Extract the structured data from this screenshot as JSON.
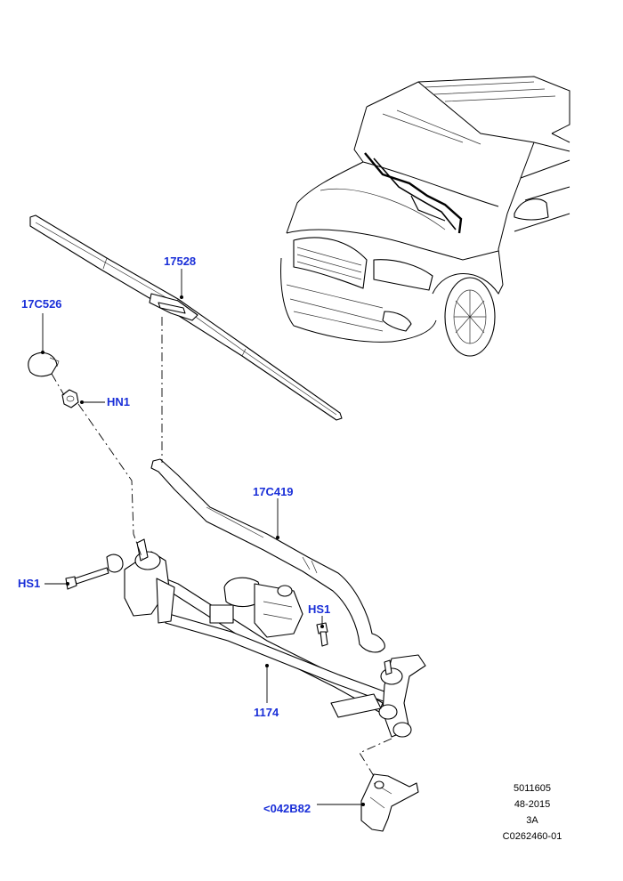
{
  "callouts": {
    "blade": "17528",
    "cap": "17C526",
    "nut": "HN1",
    "arm": "17C419",
    "bolt_left": "HS1",
    "bolt_right": "HS1",
    "linkage": "1174",
    "bracket": "<042B82"
  },
  "meta": {
    "line1": "5011605",
    "line2": "48-2015",
    "line3": "3A",
    "line4": "C0262460-01"
  }
}
